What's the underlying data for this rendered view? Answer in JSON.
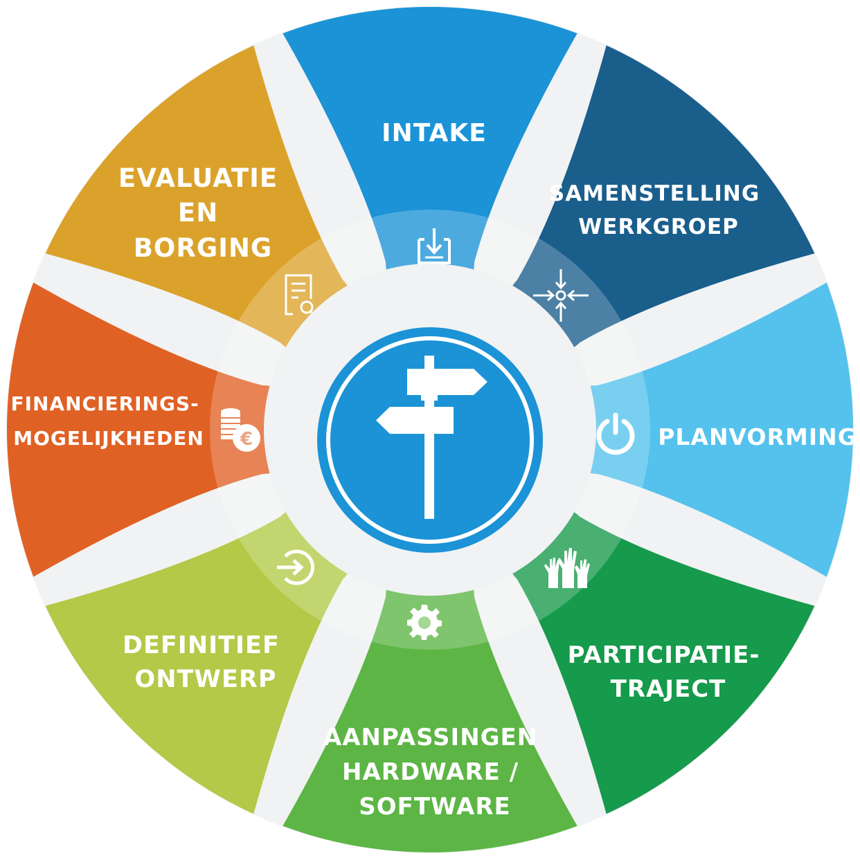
{
  "segments": [
    {
      "id": "intake",
      "lines": [
        "INTAKE"
      ],
      "color": "#1b93d6",
      "icon": "download-tray-icon"
    },
    {
      "id": "samenstelling",
      "lines": [
        "SAMENSTELLING",
        "WERKGROEP"
      ],
      "color": "#1a5e8c",
      "icon": "converge-arrows-icon"
    },
    {
      "id": "planvorming",
      "lines": [
        "PLANVORMING"
      ],
      "color": "#54c2ec",
      "icon": "power-icon"
    },
    {
      "id": "participatie",
      "lines": [
        "PARTICIPATIE-",
        "TRAJECT"
      ],
      "color": "#169a4b",
      "icon": "raised-hands-icon"
    },
    {
      "id": "aanpassingen",
      "lines": [
        "AANPASSINGEN",
        "HARDWARE /",
        "SOFTWARE"
      ],
      "color": "#5cb545",
      "icon": "gear-icon"
    },
    {
      "id": "definitief",
      "lines": [
        "DEFINITIEF",
        "ONTWERP"
      ],
      "color": "#b3c947",
      "icon": "sign-in-icon"
    },
    {
      "id": "financiering",
      "lines": [
        "FINANCIERINGS-",
        "MOGELIJKHEDEN"
      ],
      "color": "#e06124",
      "icon": "coins-euro-icon"
    },
    {
      "id": "evaluatie",
      "lines": [
        "EVALUATIE",
        "EN",
        "BORGING"
      ],
      "color": "#dba22b",
      "icon": "document-search-icon"
    }
  ],
  "center": {
    "icon": "signpost-icon",
    "color": "#1b93d6"
  },
  "ring_color": "#f1f2f3"
}
